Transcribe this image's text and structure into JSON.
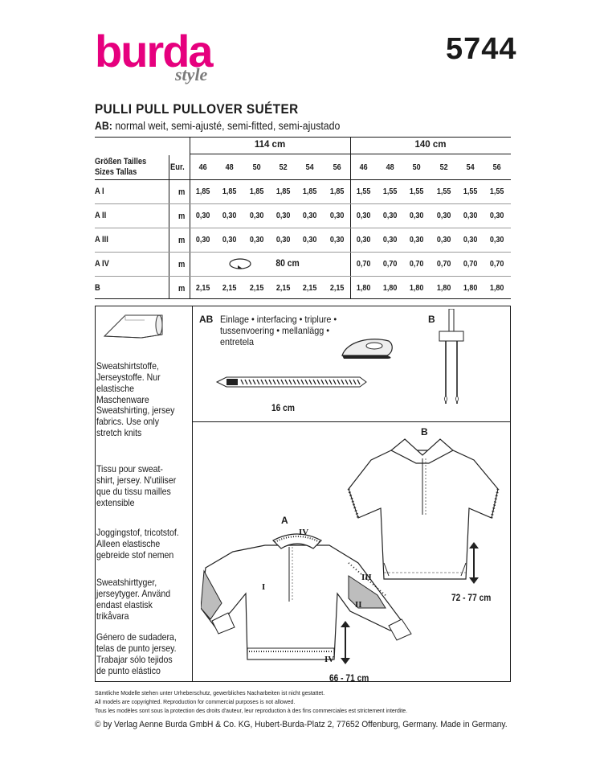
{
  "brand": {
    "name": "burda",
    "sub": "style",
    "color": "#e6007e"
  },
  "pattern_number": "5744",
  "title": "PULLI  PULL  PULLOVER  SUÉTER",
  "fit": {
    "code": "AB:",
    "text": " normal weit, semi-ajusté, semi-fitted, semi-ajustado"
  },
  "table": {
    "header_sizes_line1": "Größen  Tailles",
    "header_sizes_line2": "Sizes  Tallas",
    "eur": "Eur.",
    "width_114": "114 cm",
    "width_140": "140 cm",
    "sizes": [
      "46",
      "48",
      "50",
      "52",
      "54",
      "56",
      "46",
      "48",
      "50",
      "52",
      "54",
      "56"
    ],
    "unit": "m",
    "rows": [
      {
        "label": "A I",
        "values": [
          "1,85",
          "1,85",
          "1,85",
          "1,85",
          "1,85",
          "1,85",
          "1,55",
          "1,55",
          "1,55",
          "1,55",
          "1,55",
          "1,55"
        ]
      },
      {
        "label": "A II",
        "values": [
          "0,30",
          "0,30",
          "0,30",
          "0,30",
          "0,30",
          "0,30",
          "0,30",
          "0,30",
          "0,30",
          "0,30",
          "0,30",
          "0,30"
        ]
      },
      {
        "label": "A III",
        "values": [
          "0,30",
          "0,30",
          "0,30",
          "0,30",
          "0,30",
          "0,30",
          "0,30",
          "0,30",
          "0,30",
          "0,30",
          "0,30",
          "0,30"
        ]
      },
      {
        "label": "A IV",
        "span_text": "80 cm",
        "values": [
          "0,70",
          "0,70",
          "0,70",
          "0,70",
          "0,70",
          "0,70"
        ]
      },
      {
        "label": "B",
        "values": [
          "2,15",
          "2,15",
          "2,15",
          "2,15",
          "2,15",
          "2,15",
          "1,80",
          "1,80",
          "1,80",
          "1,80",
          "1,80",
          "1,80"
        ]
      }
    ]
  },
  "fabrics": [
    "Sweatshirtstoffe, Jerseystoffe. Nur elastische Maschenware",
    "Sweatshirting, jersey fabrics. Use only stretch knits",
    "Tissu pour sweat-shirt, jersey. N'utiliser que du tissu mailles extensible",
    "Joggingstof, tricotstof. Alleen elastische gebreide stof nemen",
    "Sweatshirttyger, jerseytyger. Använd endast elastisk trikåvara",
    "Género de sudadera, telas de punto jersey. Trabajar sólo tejidos de punto elástico"
  ],
  "notions": {
    "ab_tag": "AB",
    "interfacing": "Einlage • interfacing • triplure • tussenvoering • mellanlägg • entretela",
    "b_tag": "B",
    "zipper_length": "16 cm"
  },
  "views": {
    "b_label": "B",
    "a_label": "A",
    "b_length": "72 - 77 cm",
    "a_length": "66 - 71 cm",
    "roman_I": "I",
    "roman_II": "II",
    "roman_III": "III",
    "roman_IV_top": "IV",
    "roman_IV_bottom": "IV"
  },
  "footer": {
    "line1": "Sämtliche Modelle stehen unter Urheberschutz, gewerbliches Nacharbeiten ist nicht gestattet.",
    "line2": "All models are copyrighted. Reproduction for commercial purposes is not allowed.",
    "line3": "Tous les modèles sont sous la protection des droits d'auteur, leur reproduction à des fins commerciales est strictement interdite.",
    "copyright": "© by Verlag Aenne Burda GmbH & Co. KG, Hubert-Burda-Platz 2, 77652 Offenburg, Germany. Made in Germany."
  }
}
